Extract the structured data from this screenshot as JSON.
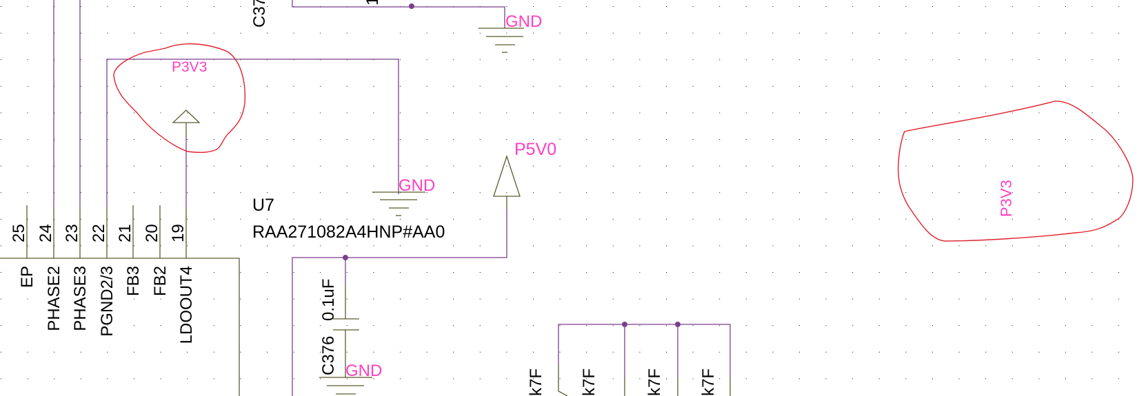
{
  "schematic": {
    "colors": {
      "background": "#ffffff",
      "wire": "#7b3f8c",
      "part_outline": "#5a5a2e",
      "net_label": "#ff3fc0",
      "annotation": "#e0202a",
      "text": "#000000"
    },
    "component_u7": {
      "refdes": "U7",
      "part_number": "RAA271082A4HNP#AA0",
      "pins": [
        {
          "number": "25",
          "name": "EP"
        },
        {
          "number": "24",
          "name": "PHASE2"
        },
        {
          "number": "23",
          "name": "PHASE3"
        },
        {
          "number": "22",
          "name": "PGND2/3"
        },
        {
          "number": "21",
          "name": "FB3"
        },
        {
          "number": "20",
          "name": "FB2"
        },
        {
          "number": "19",
          "name": "LDOOUT4"
        }
      ]
    },
    "capacitor_c376": {
      "refdes": "C376",
      "value": "0.1uF"
    },
    "capacitor_top": {
      "refdes_partial": "C37",
      "value_partial": "1"
    },
    "bottom_caps": [
      {
        "value_partial": "k7F"
      },
      {
        "value_partial": "k7F"
      },
      {
        "value_partial": "k7F"
      },
      {
        "value_partial": "k7F"
      }
    ],
    "net_labels": {
      "gnd_top": "GND",
      "gnd_mid": "GND",
      "gnd_bottom": "GND",
      "p3v3_port": "P3V3",
      "p5v0_port": "P5V0",
      "p3v3_free": "P3V3"
    }
  }
}
